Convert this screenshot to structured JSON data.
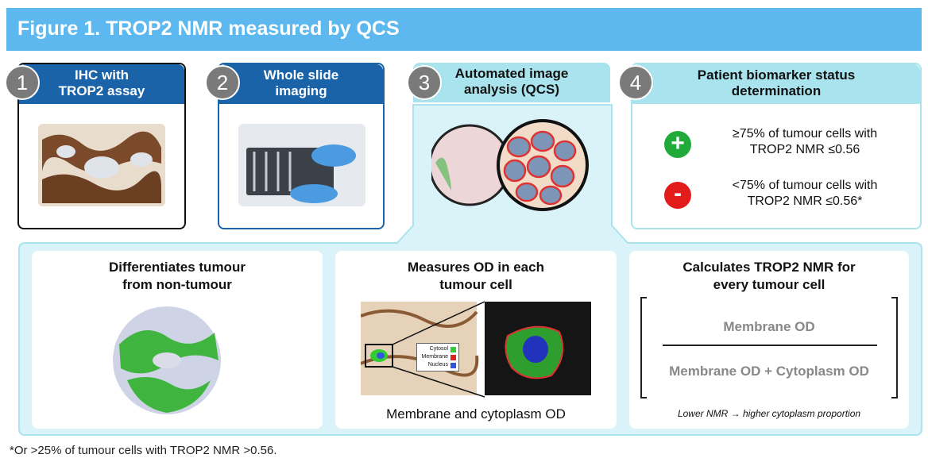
{
  "figure_title": "Figure 1. TROP2 NMR measured by QCS",
  "steps": [
    {
      "number": "1",
      "title_line1": "IHC with",
      "title_line2": "TROP2 assay"
    },
    {
      "number": "2",
      "title_line1": "Whole slide",
      "title_line2": "imaging"
    },
    {
      "number": "3",
      "title_line1": "Automated image",
      "title_line2": "analysis (QCS)"
    },
    {
      "number": "4",
      "title_line1": "Patient biomarker status",
      "title_line2": "determination"
    }
  ],
  "status": {
    "positive": {
      "symbol": "+",
      "line1": "≥75% of tumour cells with",
      "line2": "TROP2 NMR ≤0.56"
    },
    "negative": {
      "symbol": "-",
      "line1": "<75% of tumour cells with",
      "line2": "TROP2 NMR ≤0.56*"
    }
  },
  "panels": [
    {
      "title_line1": "Differentiates tumour",
      "title_line2": "from non-tumour"
    },
    {
      "title_line1": "Measures OD in each",
      "title_line2": "tumour cell",
      "caption": "Membrane and cytoplasm OD",
      "legend": [
        {
          "label": "Cytosol",
          "color": "#33cc33"
        },
        {
          "label": "Membrane",
          "color": "#dd2222"
        },
        {
          "label": "Nucleus",
          "color": "#3355dd"
        }
      ]
    },
    {
      "title_line1": "Calculates TROP2 NMR for",
      "title_line2": "every tumour cell",
      "numerator": "Membrane OD",
      "denominator": "Membrane OD + Cytoplasm OD",
      "note": "Lower NMR → higher cytoplasm proportion"
    }
  ],
  "footnote": "*Or >25% of tumour cells with TROP2 NMR >0.56.",
  "colors": {
    "banner": "#5cb8ee",
    "dark_blue": "#1a63a8",
    "light_teal": "#a9e4ee",
    "panel_bg": "#d9f3f8",
    "positive": "#1faa3a",
    "negative": "#e21b1b"
  }
}
